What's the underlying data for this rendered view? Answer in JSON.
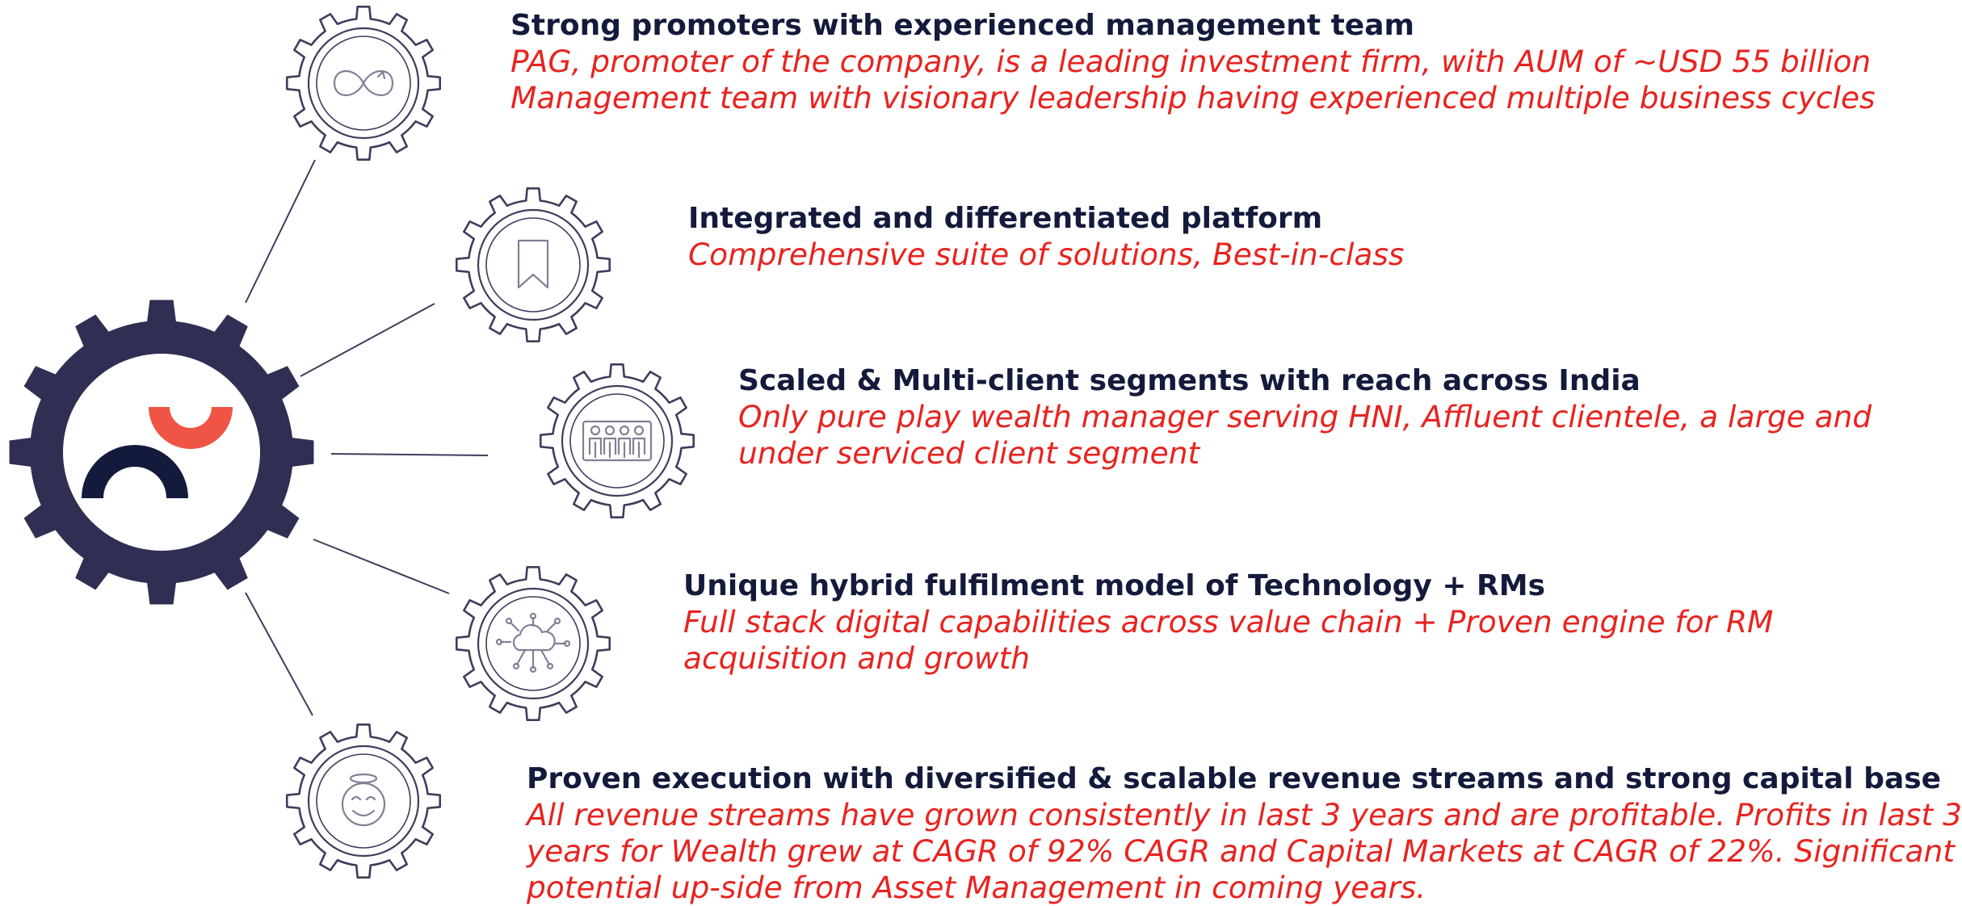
{
  "colors": {
    "navy": "#2e2f52",
    "gear_outline": "#3b3e5c",
    "brand_red": "#ef5445",
    "brand_dark": "#141a3b",
    "heading": "#141a3b",
    "description": "#e8231f"
  },
  "hub": {
    "icon": "company-logo-gear"
  },
  "items": [
    {
      "icon": "infinity-icon",
      "title": "Strong promoters with experienced management team",
      "lines": [
        "PAG, promoter of the company, is a leading investment firm, with AUM of ~USD 55 billion",
        "Management team with visionary leadership having experienced multiple business cycles"
      ]
    },
    {
      "icon": "bookmark-icon",
      "title": "Integrated and differentiated platform",
      "lines": [
        "Comprehensive suite of solutions, Best-in-class"
      ]
    },
    {
      "icon": "people-group-icon",
      "title": "Scaled & Multi-client segments with reach across India",
      "lines": [
        "Only pure play wealth manager serving HNI, Affluent clientele, a large and",
        "under serviced client segment"
      ]
    },
    {
      "icon": "cloud-network-icon",
      "title": "Unique hybrid fulfilment model of Technology + RMs",
      "lines": [
        "Full stack digital capabilities across value chain + Proven engine for RM",
        "acquisition and growth"
      ]
    },
    {
      "icon": "smiley-halo-icon",
      "title": "Proven execution with diversified & scalable revenue streams and strong capital base",
      "lines": [
        "All revenue streams have grown consistently in last 3 years and are profitable. Profits in last 3",
        "years for Wealth grew at CAGR of 92% CAGR and Capital Markets at CAGR of 22%. Significant",
        "potential up-side from Asset Management in coming years."
      ]
    }
  ]
}
